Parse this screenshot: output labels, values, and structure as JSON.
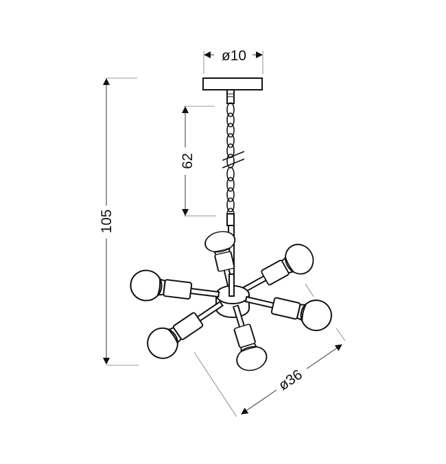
{
  "dimensions": {
    "canopy_diameter": "ø10",
    "chain_length": "62",
    "total_height": "105",
    "overall_diameter": "ø36"
  },
  "lamp_count": 6
}
